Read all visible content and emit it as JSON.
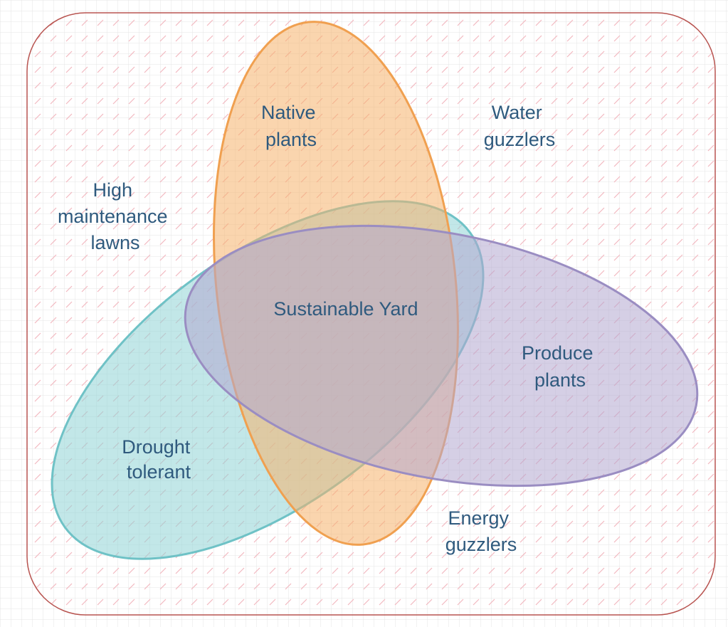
{
  "diagram": {
    "type": "venn",
    "center_label": "Sustainable Yard",
    "sets": [
      {
        "id": "native",
        "label": [
          "Native",
          "plants"
        ],
        "color": "#f5b36b",
        "stroke": "#f0a050"
      },
      {
        "id": "drought",
        "label": [
          "Drought",
          "tolerant"
        ],
        "color": "#8fd3d6",
        "stroke": "#6fc2c6"
      },
      {
        "id": "produce",
        "label": [
          "Produce",
          "plants"
        ],
        "color": "#b3a8d0",
        "stroke": "#9a8dc2"
      }
    ],
    "outside_labels": [
      {
        "id": "water",
        "lines": [
          "Water",
          "guzzlers"
        ]
      },
      {
        "id": "lawns",
        "lines": [
          "High",
          "maintenance",
          "lawns"
        ]
      },
      {
        "id": "energy",
        "lines": [
          "Energy",
          "guzzlers"
        ]
      }
    ],
    "frame_color": "#b85450",
    "grid_color": "#e4e4e4",
    "hatch_color": "#f2b8c0"
  }
}
